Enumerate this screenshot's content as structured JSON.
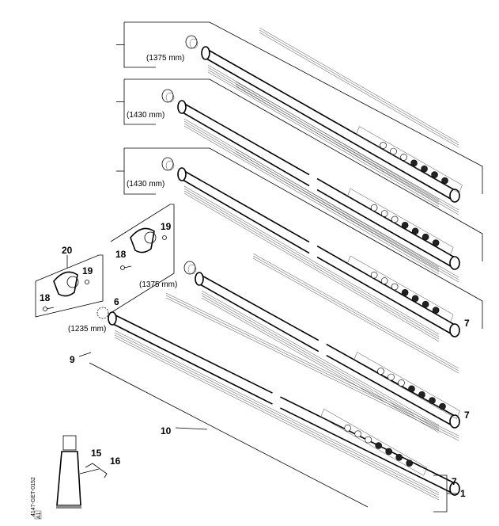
{
  "diagram": {
    "assemblies": [
      {
        "length_label": "(1375 mm)"
      },
      {
        "length_label": "(1430 mm)"
      },
      {
        "length_label": "(1430 mm)"
      },
      {
        "length_label": "(1375 mm)"
      },
      {
        "length_label": "(1235 mm)"
      }
    ],
    "callouts": {
      "c20": "20",
      "c19a": "19",
      "c18a": "18",
      "c19b": "19",
      "c18b": "18",
      "c6": "6",
      "c9": "9",
      "c10": "10",
      "c15": "15",
      "c16": "16",
      "c7a": "7",
      "c7b": "7",
      "c7c": "7",
      "c1": "1"
    },
    "drawing_code": "4147-GET-0152",
    "revision": "A1"
  }
}
